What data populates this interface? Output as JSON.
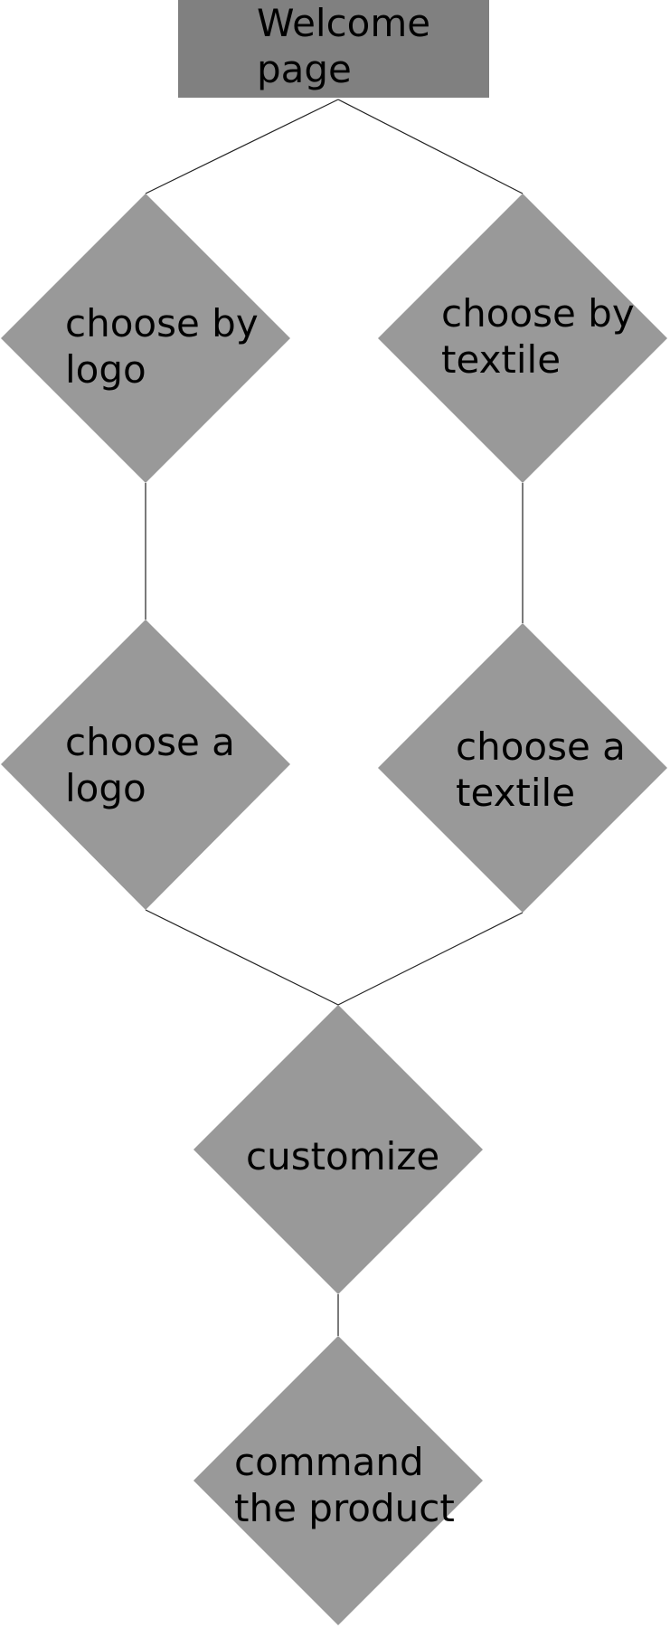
{
  "colors": {
    "start_box": "#808080",
    "diamond": "#999999",
    "edge": "#222222",
    "text": "#000000"
  },
  "nodes": {
    "welcome": {
      "line1": "Welcome",
      "line2": "page"
    },
    "choose_by_logo": {
      "line1": "choose by",
      "line2": "logo"
    },
    "choose_by_textile": {
      "line1": "choose by",
      "line2": "textile"
    },
    "choose_a_logo": {
      "line1": "choose a",
      "line2": "logo"
    },
    "choose_a_textile": {
      "line1": "choose a",
      "line2": "textile"
    },
    "customize": {
      "line1": "customize"
    },
    "command_product": {
      "line1": "command",
      "line2": "the product"
    }
  }
}
